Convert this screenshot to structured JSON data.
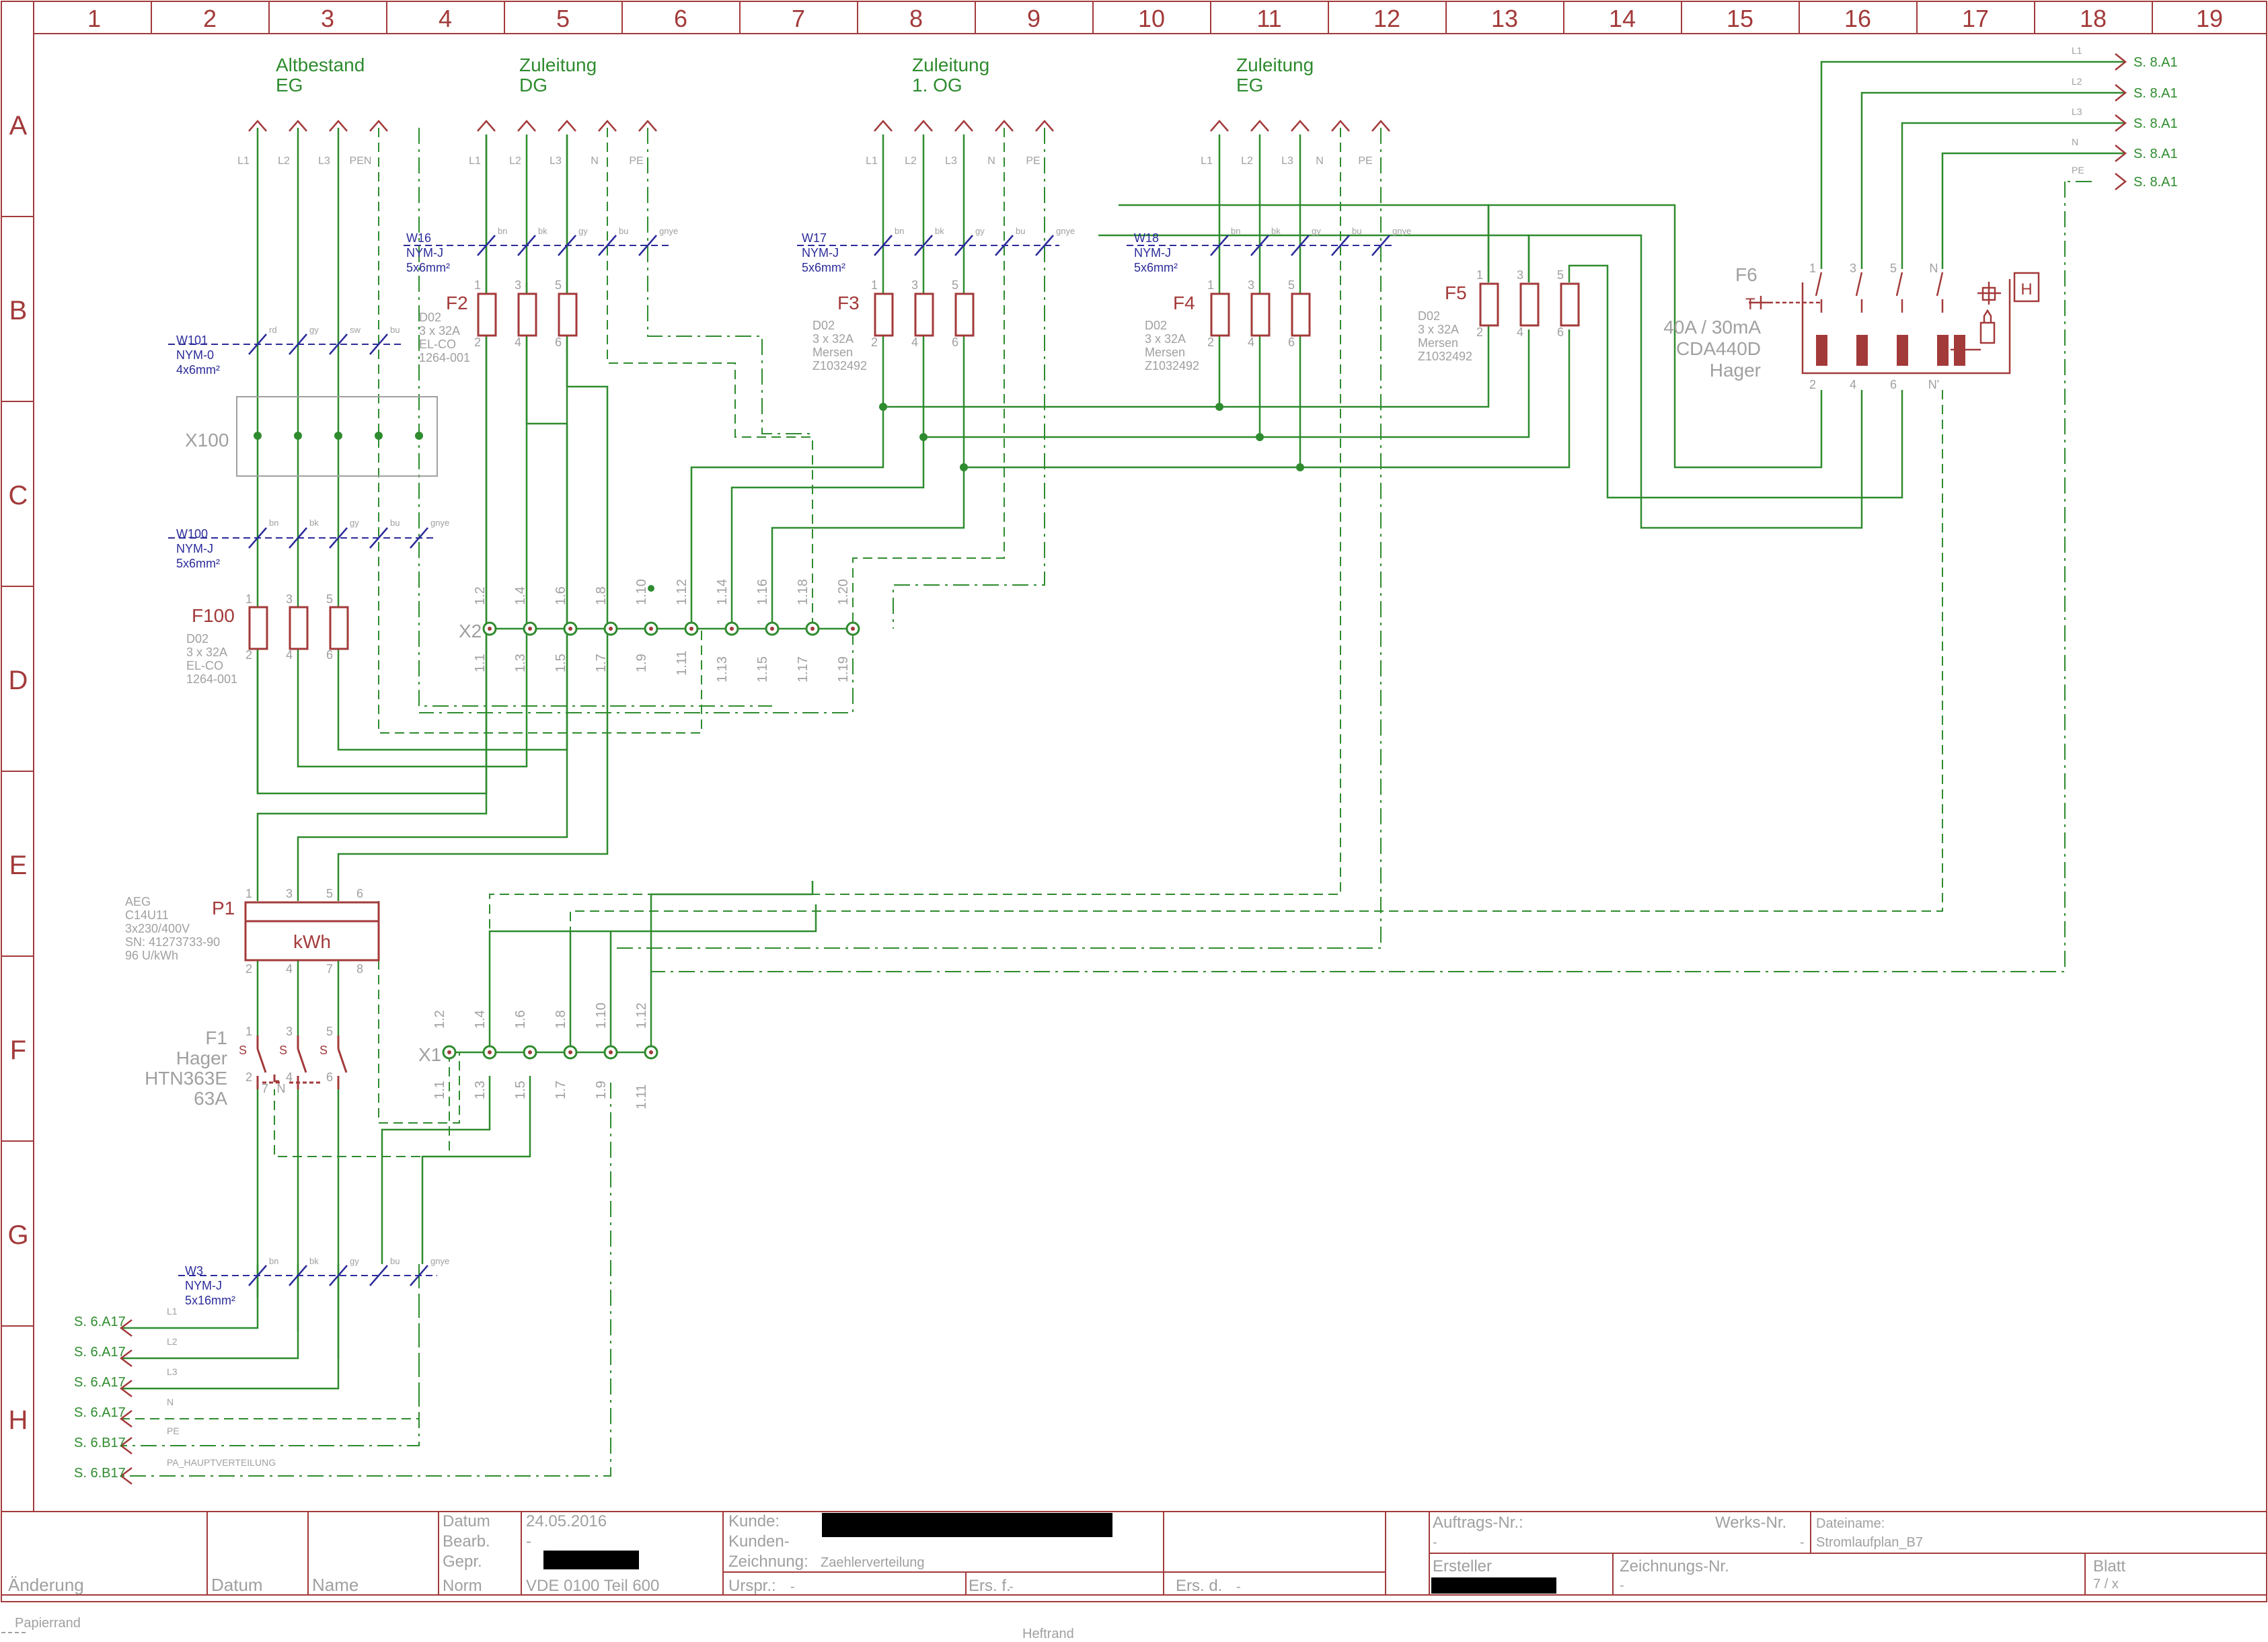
{
  "column_labels": [
    "1",
    "2",
    "3",
    "4",
    "5",
    "6",
    "7",
    "8",
    "9",
    "10",
    "11",
    "12",
    "13",
    "14",
    "15",
    "16",
    "17",
    "18",
    "19"
  ],
  "row_labels": [
    "A",
    "B",
    "C",
    "D",
    "E",
    "F",
    "G",
    "H"
  ],
  "supply_groups": [
    {
      "line1": "Altbestand",
      "line2": "EG",
      "conductors": [
        "L1",
        "L2",
        "L3",
        "PEN"
      ]
    },
    {
      "line1": "Zuleitung",
      "line2": "DG",
      "conductors": [
        "L1",
        "L2",
        "L3",
        "N",
        "PE"
      ]
    },
    {
      "line1": "Zuleitung",
      "line2": "1. OG",
      "conductors": [
        "L1",
        "L2",
        "L3",
        "N",
        "PE"
      ]
    },
    {
      "line1": "Zuleitung",
      "line2": "EG",
      "conductors": [
        "L1",
        "L2",
        "L3",
        "N",
        "PE"
      ]
    }
  ],
  "cables": [
    {
      "id": "W16",
      "type": "NYM-J",
      "size": "5x6mm²",
      "colors": [
        "bn",
        "bk",
        "gy",
        "bu",
        "gnye"
      ]
    },
    {
      "id": "W17",
      "type": "NYM-J",
      "size": "5x6mm²",
      "colors": [
        "bn",
        "bk",
        "gy",
        "bu",
        "gnye"
      ]
    },
    {
      "id": "W18",
      "type": "NYM-J",
      "size": "5x6mm²",
      "colors": [
        "bn",
        "bk",
        "gy",
        "bu",
        "gnye"
      ]
    },
    {
      "id": "W101",
      "type": "NYM-0",
      "size": "4x6mm²",
      "colors": [
        "rd",
        "gy",
        "sw",
        "bu"
      ]
    },
    {
      "id": "W100",
      "type": "NYM-J",
      "size": "5x6mm²",
      "colors": [
        "bn",
        "bk",
        "gy",
        "bu",
        "gnye"
      ]
    },
    {
      "id": "W3",
      "type": "NYM-J",
      "size": "5x16mm²",
      "colors": [
        "bn",
        "bk",
        "gy",
        "bu",
        "gnye"
      ]
    }
  ],
  "fuses": [
    {
      "id": "F2",
      "specs": [
        "D02",
        "3 x 32A",
        "EL-CO",
        "1264-001"
      ],
      "top_pins": [
        "1",
        "3",
        "5"
      ],
      "bottom_pins": [
        "2",
        "4",
        "6"
      ]
    },
    {
      "id": "F3",
      "specs": [
        "D02",
        "3 x 32A",
        "Mersen",
        "Z1032492"
      ],
      "top_pins": [
        "1",
        "3",
        "5"
      ],
      "bottom_pins": [
        "2",
        "4",
        "6"
      ]
    },
    {
      "id": "F4",
      "specs": [
        "D02",
        "3 x 32A",
        "Mersen",
        "Z1032492"
      ],
      "top_pins": [
        "1",
        "3",
        "5"
      ],
      "bottom_pins": [
        "2",
        "4",
        "6"
      ]
    },
    {
      "id": "F5",
      "specs": [
        "D02",
        "3 x 32A",
        "Mersen",
        "Z1032492"
      ],
      "top_pins": [
        "1",
        "3",
        "5"
      ],
      "bottom_pins": [
        "2",
        "4",
        "6"
      ]
    },
    {
      "id": "F100",
      "specs": [
        "D02",
        "3 x 32A",
        "EL-CO",
        "1264-001"
      ],
      "top_pins": [
        "1",
        "3",
        "5"
      ],
      "bottom_pins": [
        "2",
        "4",
        "6"
      ]
    }
  ],
  "rcd": {
    "id": "F6",
    "rating": "40A / 30mA",
    "model": "CDA440D",
    "maker": "Hager",
    "top_pins": [
      "1",
      "3",
      "5",
      "N"
    ],
    "bottom_pins": [
      "2",
      "4",
      "6",
      "N'"
    ],
    "test_label": "T",
    "indicator": "H"
  },
  "terminal_x100": {
    "id": "X100"
  },
  "terminal_x2": {
    "id": "X2",
    "top_numbers": [
      "1.2",
      "1.4",
      "1.6",
      "1.8",
      "1.10",
      "1.12",
      "1.14",
      "1.16",
      "1.18",
      "1.20"
    ],
    "bottom_numbers": [
      "1.1",
      "1.3",
      "1.5",
      "1.7",
      "1.9",
      "1.11",
      "1.13",
      "1.15",
      "1.17",
      "1.19"
    ]
  },
  "terminal_x1": {
    "id": "X1",
    "top_numbers": [
      "1.2",
      "1.4",
      "1.6",
      "1.8",
      "1.10",
      "1.12"
    ],
    "bottom_numbers": [
      "1.1",
      "1.3",
      "1.5",
      "1.7",
      "1.9",
      "1.11"
    ]
  },
  "meter": {
    "id": "P1",
    "label": "kWh",
    "specs": [
      "AEG",
      "C14U11",
      "3x230/400V",
      "SN: 41273733-90",
      "96 U/kWh"
    ],
    "top_pins": [
      "1",
      "3",
      "5",
      "6"
    ],
    "bottom_pins": [
      "2",
      "4",
      "7",
      "8"
    ]
  },
  "main_switch": {
    "id": "F1",
    "maker": "Hager",
    "model": "HTN363E",
    "rating": "63A",
    "top_pins": [
      "1",
      "3",
      "5"
    ],
    "bottom_pins": [
      "2",
      "4",
      "6"
    ],
    "aux_pins": [
      "7",
      "N"
    ],
    "contact_letter": "S"
  },
  "refs_right": [
    {
      "label": "S. 8.A1",
      "wire": "L1"
    },
    {
      "label": "S. 8.A1",
      "wire": "L2"
    },
    {
      "label": "S. 8.A1",
      "wire": "L3"
    },
    {
      "label": "S. 8.A1",
      "wire": "N"
    },
    {
      "label": "S. 8.A1",
      "wire": "PE"
    }
  ],
  "refs_left": [
    {
      "label": "S. 6.A17",
      "wire": "L1"
    },
    {
      "label": "S. 6.A17",
      "wire": "L2"
    },
    {
      "label": "S. 6.A17",
      "wire": "L3"
    },
    {
      "label": "S. 6.A17",
      "wire": "N"
    },
    {
      "label": "S. 6.B17",
      "wire": "PE"
    },
    {
      "label": "S. 6.B17",
      "wire": "PA_HAUPTVERTEILUNG"
    }
  ],
  "title_block": {
    "aenderung": "Änderung",
    "datum": "Datum",
    "name": "Name",
    "datum_label": "Datum",
    "datum_value": "24.05.2016",
    "bearb_label": "Bearb.",
    "bearb_value": "-",
    "gepr_label": "Gepr.",
    "norm_label": "Norm",
    "norm_value": "VDE 0100 Teil 600",
    "kunde_label": "Kunde:",
    "kunden_label": "Kunden-",
    "zeichnung_label": "Zeichnung:",
    "zeichnung_value": "Zaehlerverteilung",
    "urspr_label": "Urspr.:",
    "urspr_value": "-",
    "ersf_label": "Ers. f.",
    "ersf_value": "-",
    "ersd_label": "Ers. d.",
    "ersd_value": "-",
    "auftrag_label": "Auftrags-Nr.:",
    "auftrag_value": "-",
    "werks_label": "Werks-Nr.",
    "werks_value": "-",
    "dateiname_label": "Dateiname:",
    "dateiname_value": "Stromlaufplan_B7",
    "ersteller_label": "Ersteller",
    "zeichnungsnr_label": "Zeichnungs-Nr.",
    "zeichnungsnr_value": "-",
    "blatt_label": "Blatt",
    "blatt_value": "7 / x",
    "papierrand": "Papierrand",
    "heftrand": "Heftrand"
  },
  "colors": {
    "frame": "#a33a3a",
    "wire": "#2e8b2e",
    "cable": "#2b2b9a",
    "note": "#a0a0a0"
  }
}
